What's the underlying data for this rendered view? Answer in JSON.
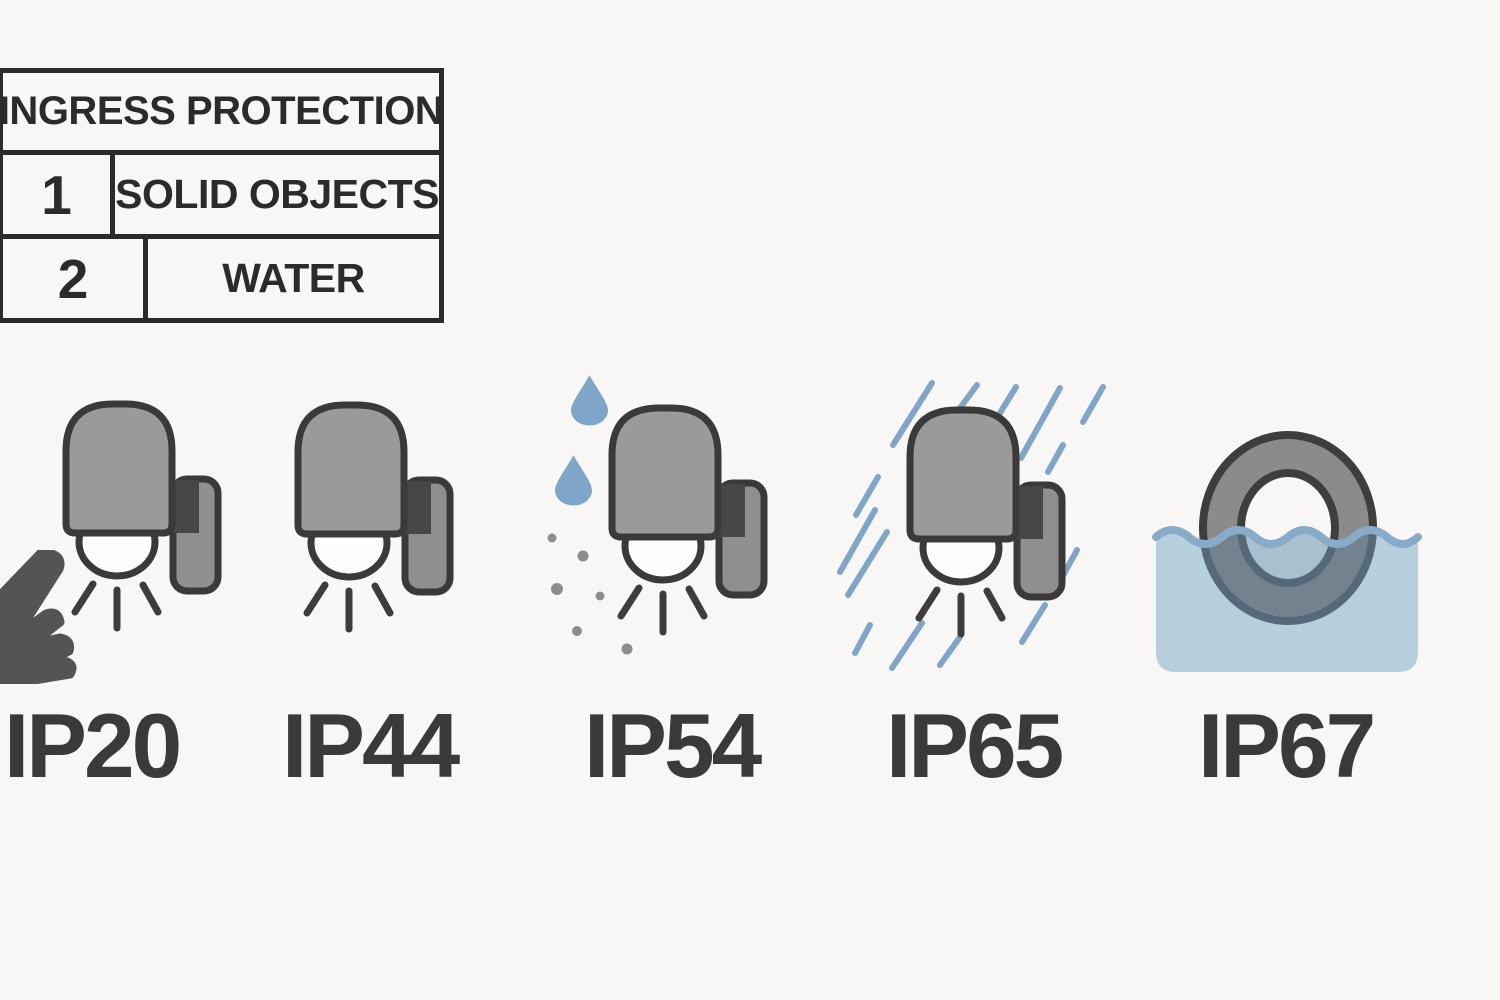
{
  "table": {
    "title": "INGRESS PROTECTION",
    "rows": [
      {
        "digit": "1",
        "meaning": "SOLID OBJECTS"
      },
      {
        "digit": "2",
        "meaning": "WATER"
      }
    ]
  },
  "ratings": [
    {
      "code": "IP20",
      "icon": "wall-lamp-with-pointing-finger"
    },
    {
      "code": "IP44",
      "icon": "wall-lamp"
    },
    {
      "code": "IP54",
      "icon": "wall-lamp-with-water-drops-and-dust"
    },
    {
      "code": "IP65",
      "icon": "wall-lamp-with-rain-jets"
    },
    {
      "code": "IP67",
      "icon": "ring-half-submerged-in-water"
    }
  ],
  "colors": {
    "background": "#f8f7f5",
    "table_line": "#2b2b2b",
    "icon_outline": "#3a3a3a",
    "lamp_gray": "#9a9a9a",
    "bracket_gray": "#8f8f8f",
    "shadow_gray": "#474747",
    "hand_gray": "#545454",
    "dust_gray": "#8d8d8d",
    "water_blue": "#7fa6c8",
    "water_fill": "#b7cedd",
    "submerged_ring": "#74828f",
    "label_text": "#3a3a3a"
  }
}
